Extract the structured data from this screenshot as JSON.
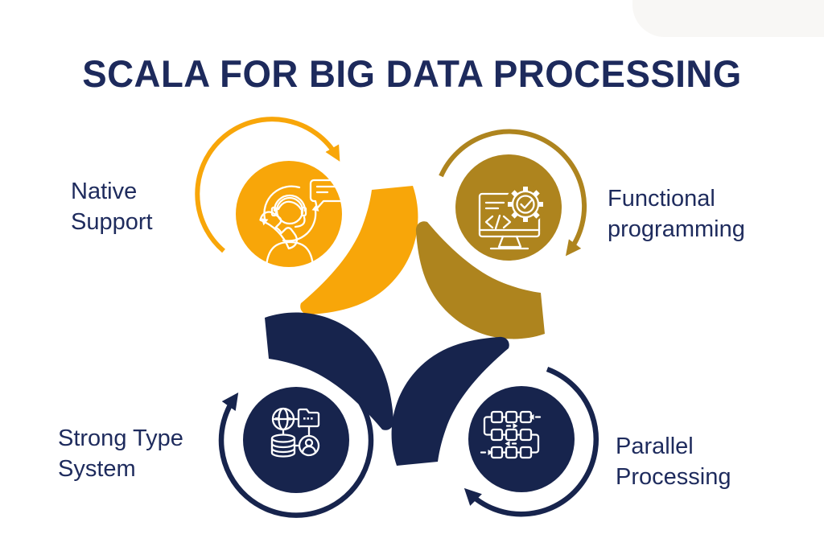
{
  "title": "SCALA FOR BIG DATA PROCESSING",
  "colors": {
    "yellow": "#F8A609",
    "gold": "#AE841E",
    "navy": "#17244D",
    "text_navy": "#1D2A5C",
    "icon_stroke": "#FFFFFF",
    "background": "#FFFFFF",
    "corner_blob": "#F6F5F2"
  },
  "items": [
    {
      "id": "native-support",
      "position": "top-left",
      "line1": "Native",
      "line2": "Support",
      "color": "#F8A609",
      "icon": "customer-support-icon"
    },
    {
      "id": "functional-programming",
      "position": "top-right",
      "line1": "Functional",
      "line2": "programming",
      "color": "#AE841E",
      "icon": "monitor-code-gear-icon"
    },
    {
      "id": "strong-type-system",
      "position": "bottom-left",
      "line1": "Strong Type",
      "line2": "System",
      "color": "#17244D",
      "icon": "database-network-icon"
    },
    {
      "id": "parallel-processing",
      "position": "bottom-right",
      "line1": "Parallel",
      "line2": "Processing",
      "color": "#17244D",
      "icon": "flowchart-icon"
    }
  ]
}
